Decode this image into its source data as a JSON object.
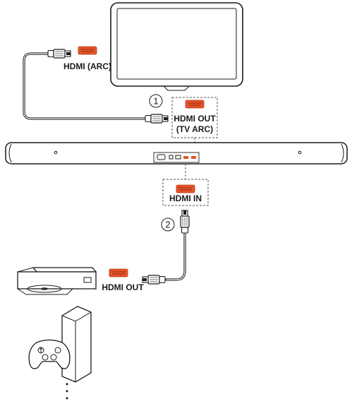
{
  "labels": {
    "hdmi_arc": "HDMI (ARC)",
    "hdmi_out_tv_arc_line1": "HDMI OUT",
    "hdmi_out_tv_arc_line2": "(TV ARC)",
    "hdmi_in": "HDMI IN",
    "hdmi_out_player": "HDMI OUT"
  },
  "steps": {
    "step1": "1",
    "step2": "2"
  },
  "colors": {
    "port": "#e2552a",
    "port_inner": "#c33d17",
    "line": "#1a1a1a"
  },
  "icons": {
    "tv": "tv-icon",
    "soundbar": "soundbar-icon",
    "player": "bluray-player-icon",
    "console": "game-console-icon",
    "controller": "game-controller-icon",
    "port": "hdmi-port-icon",
    "plug": "hdmi-plug-icon"
  }
}
